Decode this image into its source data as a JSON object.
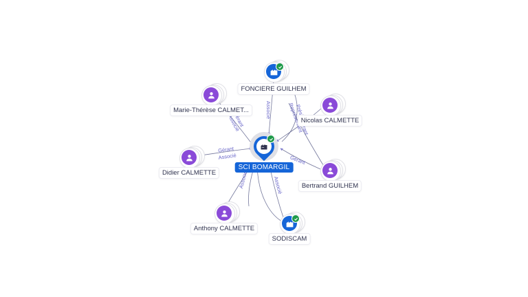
{
  "center": {
    "name": "SCI BOMARGIL",
    "icon": "company-building-icon",
    "verified": true
  },
  "nodes": [
    {
      "id": "fonciere",
      "name": "FONCIERE GUILHEM",
      "type": "company",
      "verified": true
    },
    {
      "id": "marie",
      "name": "Marie-Thérèse CALMET...",
      "type": "person",
      "verified": false
    },
    {
      "id": "nicolas",
      "name": "Nicolas CALMETTE",
      "type": "person",
      "verified": false
    },
    {
      "id": "didier",
      "name": "Didier CALMETTE",
      "type": "person",
      "verified": false
    },
    {
      "id": "bertrand",
      "name": "Bertrand GUILHEM",
      "type": "person",
      "verified": false
    },
    {
      "id": "anthony",
      "name": "Anthony CALMETTE",
      "type": "person",
      "verified": false
    },
    {
      "id": "sodiscam",
      "name": "SODISCAM",
      "type": "company",
      "verified": true
    }
  ],
  "edges": [
    {
      "id": "e-fonciere",
      "labels": [
        "Associé"
      ]
    },
    {
      "id": "e-marie",
      "labels": [
        "Gérant",
        "Associé"
      ]
    },
    {
      "id": "e-nicolas",
      "labels": [
        "Président",
        "Représentant",
        "Gérant"
      ]
    },
    {
      "id": "e-didier",
      "labels": [
        "Gérant",
        "Associé"
      ]
    },
    {
      "id": "e-bertrand",
      "labels": [
        "Gérant"
      ]
    },
    {
      "id": "e-anthony",
      "labels": [
        "Associé"
      ]
    },
    {
      "id": "e-sodiscam",
      "labels": [
        "Associé"
      ]
    }
  ],
  "colors": {
    "person": "#8a4ad8",
    "company": "#1565d8",
    "verified": "#1f9a4a",
    "edge_label": "#6a67c9"
  }
}
